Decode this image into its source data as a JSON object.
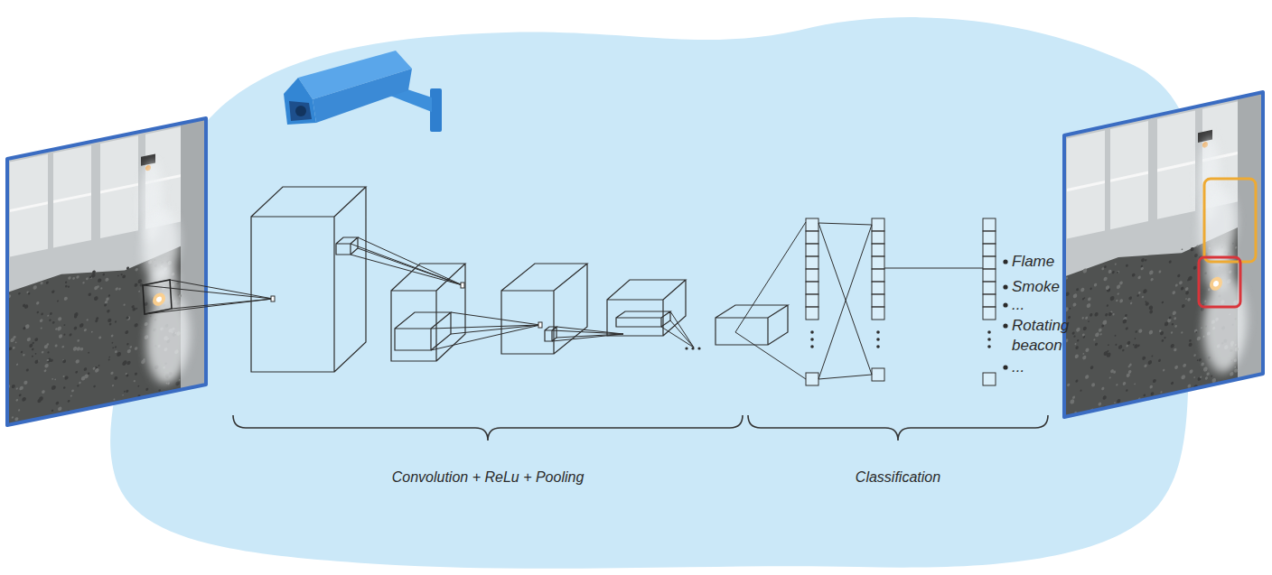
{
  "diagram": {
    "labels": [
      "Flame",
      "Smoke",
      "...",
      "Rotating beacon",
      "...",
      "Convolution + ReLu + Pooling",
      "Classification"
    ]
  }
}
